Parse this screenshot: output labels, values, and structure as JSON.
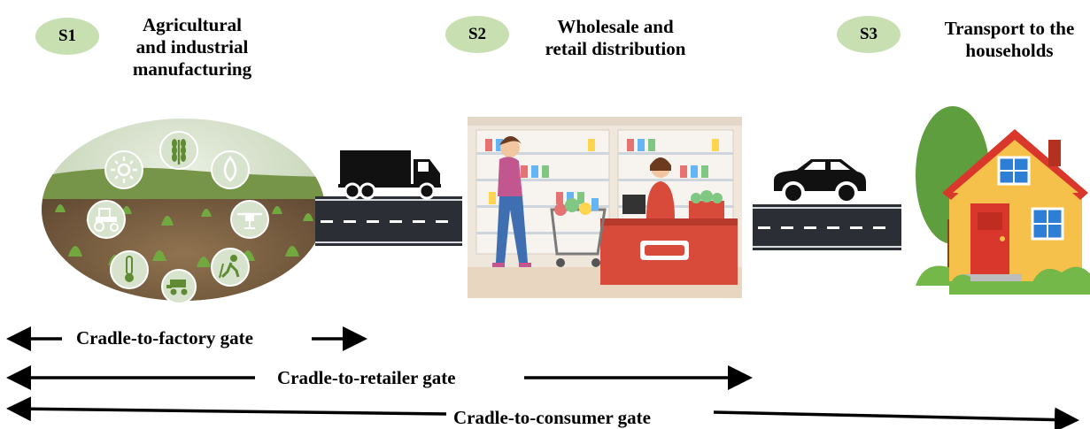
{
  "stages": [
    {
      "badge": "S1",
      "title_lines": [
        "Agricultural",
        "and industrial",
        "manufacturing"
      ]
    },
    {
      "badge": "S2",
      "title_lines": [
        "Wholesale and",
        "retail distribution"
      ]
    },
    {
      "badge": "S3",
      "title_lines": [
        "Transport to the",
        "households"
      ]
    }
  ],
  "gates": [
    {
      "label": "Cradle-to-factory gate"
    },
    {
      "label": "Cradle-to-retailer gate"
    },
    {
      "label": "Cradle-to-consumer gate"
    }
  ],
  "icons": [
    "sun-icon",
    "wheat-icon",
    "water-drop-icon",
    "tractor-icon",
    "drone-icon",
    "thermometer-icon",
    "farmer-icon",
    "harvester-icon",
    "truck-icon",
    "car-icon",
    "house-icon"
  ],
  "colors": {
    "badge": "#c7dfb1",
    "road": "#2b2e35",
    "house_wall": "#f6c14a",
    "house_roof": "#d9372c"
  }
}
